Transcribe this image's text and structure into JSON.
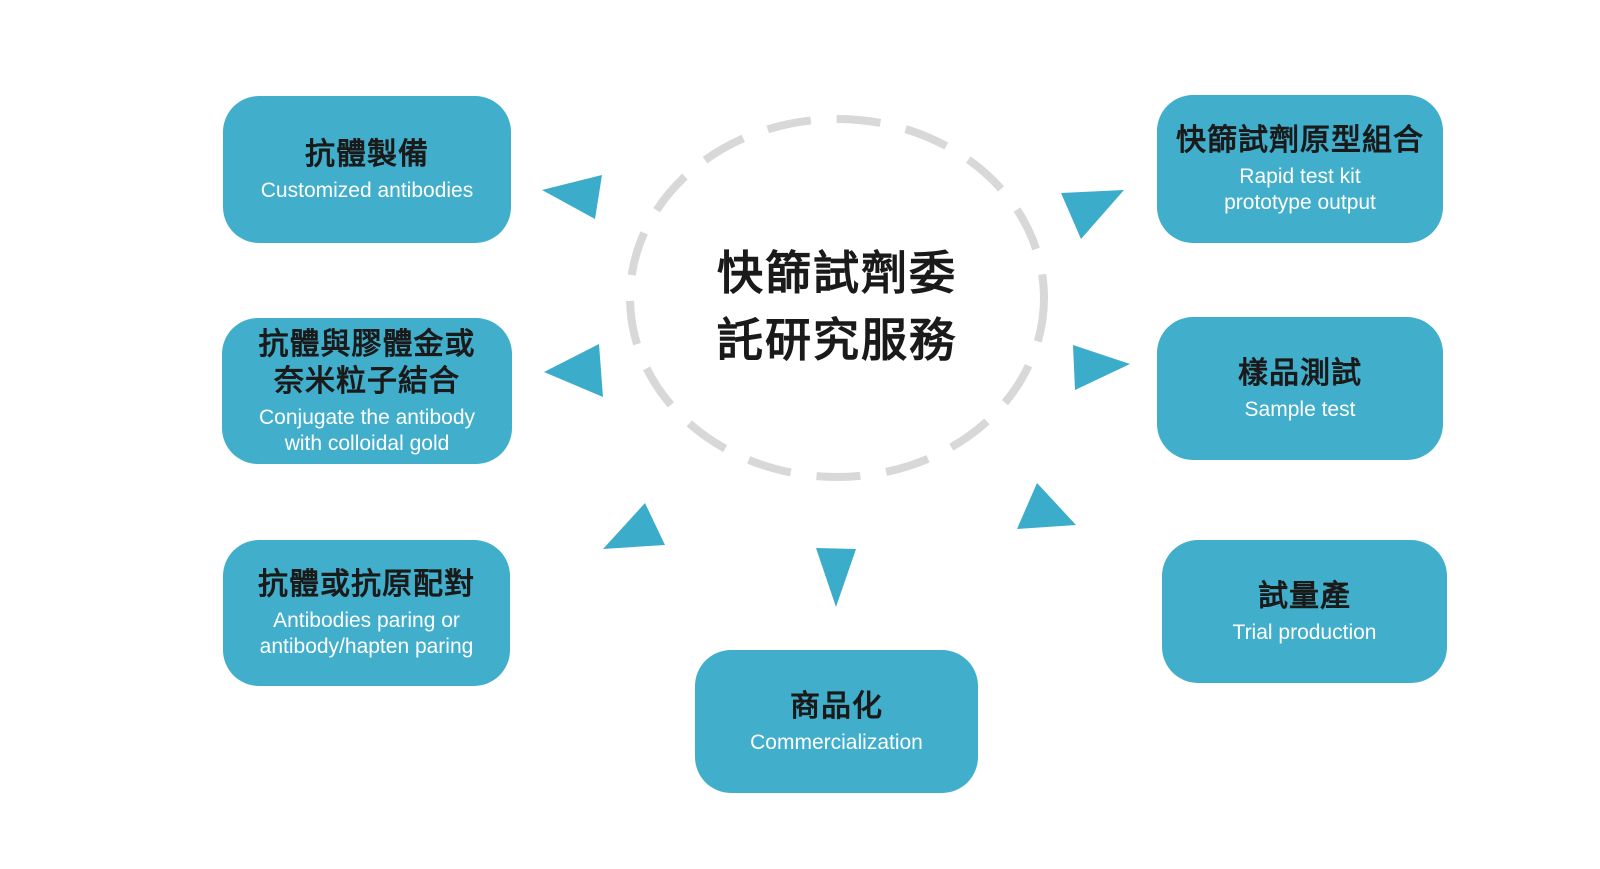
{
  "colors": {
    "box_fill": "#41AECB",
    "arrow_fill": "#3CACCB",
    "circle_dash": "#D8D8D8",
    "zh_text": "#1A1A1A",
    "en_text": "#FFFFFF",
    "background": "#FFFFFF"
  },
  "center": {
    "label": "快篩試劑委\n託研究服務"
  },
  "boxes": [
    {
      "id": "antibody-preparation",
      "zh": "抗體製備",
      "en": "Customized antibodies"
    },
    {
      "id": "conjugation",
      "zh": "抗體與膠體金或\n奈米粒子結合",
      "en": "Conjugate the antibody\nwith colloidal gold"
    },
    {
      "id": "antibody-pairing",
      "zh": "抗體或抗原配對",
      "en": "Antibodies paring or\nantibody/hapten paring"
    },
    {
      "id": "prototype-output",
      "zh": "快篩試劑原型組合",
      "en": "Rapid test kit\nprototype output"
    },
    {
      "id": "sample-test",
      "zh": "樣品測試",
      "en": "Sample test"
    },
    {
      "id": "trial-production",
      "zh": "試量產",
      "en": "Trial production"
    },
    {
      "id": "commercialization",
      "zh": "商品化",
      "en": "Commercialization"
    }
  ],
  "icons": {
    "center_circle": "dashed-ellipse",
    "arrows": [
      "arrow-left-top-icon",
      "arrow-left-middle-icon",
      "arrow-up-bottom-left-icon",
      "arrow-down-bottom-center-icon",
      "arrow-up-bottom-right-icon",
      "arrow-right-middle-icon",
      "arrow-down-top-right-icon"
    ]
  }
}
